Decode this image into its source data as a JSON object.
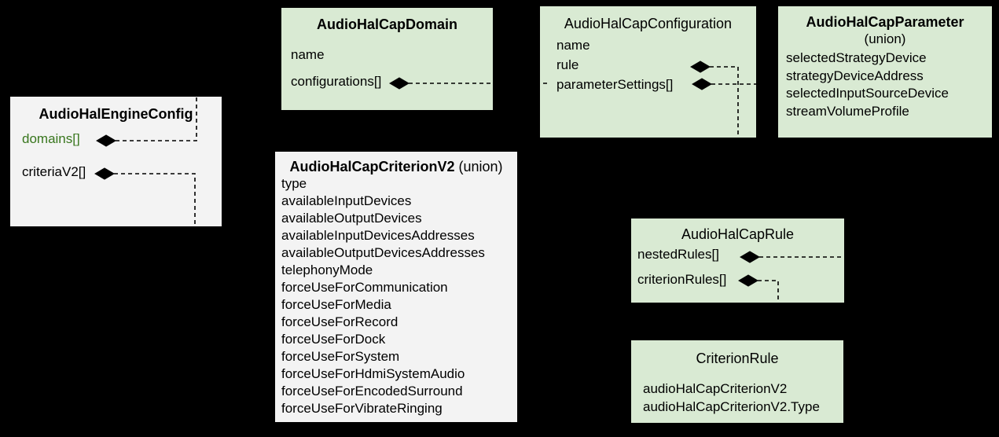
{
  "diagram": {
    "background": "#000000",
    "colors": {
      "green_box": "#d9ead3",
      "gray_box": "#f3f3f3",
      "accent_field_text": "#38761d",
      "text": "#000000",
      "connector_line": "#000000"
    },
    "boxes": {
      "engine_config": {
        "title": "AudioHalEngineConfig",
        "fields": [
          "domains[]",
          "criteriaV2[]"
        ]
      },
      "cap_domain": {
        "title": "AudioHalCapDomain",
        "fields": [
          "name",
          "configurations[]"
        ]
      },
      "cap_configuration": {
        "title": "AudioHalCapConfiguration",
        "fields": [
          "name",
          "rule",
          "parameterSettings[]"
        ]
      },
      "cap_parameter": {
        "title": "AudioHalCapParameter",
        "subtitle": "(union)",
        "fields": [
          "selectedStrategyDevice",
          "strategyDeviceAddress",
          "selectedInputSourceDevice",
          "streamVolumeProfile"
        ]
      },
      "cap_criterion_v2": {
        "title": "AudioHalCapCriterionV2",
        "subtitle": "(union)",
        "fields": [
          "type",
          "availableInputDevices",
          "availableOutputDevices",
          "availableInputDevicesAddresses",
          "availableOutputDevicesAddresses",
          "telephonyMode",
          "forceUseForCommunication",
          "forceUseForMedia",
          "forceUseForRecord",
          "forceUseForDock",
          "forceUseForSystem",
          "forceUseForHdmiSystemAudio",
          "forceUseForEncodedSurround",
          "forceUseForVibrateRinging"
        ]
      },
      "cap_rule": {
        "title": "AudioHalCapRule",
        "fields": [
          "nestedRules[]",
          "criterionRules[]"
        ]
      },
      "criterion_rule": {
        "title": "CriterionRule",
        "fields": [
          "audioHalCapCriterionV2",
          "audioHalCapCriterionV2.Type"
        ]
      }
    },
    "connectors": [
      {
        "from": "AudioHalEngineConfig.domains[]",
        "to": "AudioHalCapDomain",
        "style": "composition-diamond-dashed"
      },
      {
        "from": "AudioHalEngineConfig.criteriaV2[]",
        "to": "AudioHalCapCriterionV2",
        "style": "composition-diamond-dashed"
      },
      {
        "from": "AudioHalCapDomain.configurations[]",
        "to": "AudioHalCapConfiguration",
        "style": "composition-diamond-dashed"
      },
      {
        "from": "AudioHalCapConfiguration.rule",
        "to": "AudioHalCapRule",
        "style": "composition-diamond-dashed"
      },
      {
        "from": "AudioHalCapConfiguration.parameterSettings[]",
        "to": "AudioHalCapParameter",
        "style": "composition-diamond-dashed"
      },
      {
        "from": "AudioHalCapRule.nestedRules[]",
        "to": "AudioHalCapRule",
        "style": "composition-diamond-dashed"
      },
      {
        "from": "AudioHalCapRule.criterionRules[]",
        "to": "CriterionRule",
        "style": "composition-diamond-dashed"
      }
    ]
  }
}
